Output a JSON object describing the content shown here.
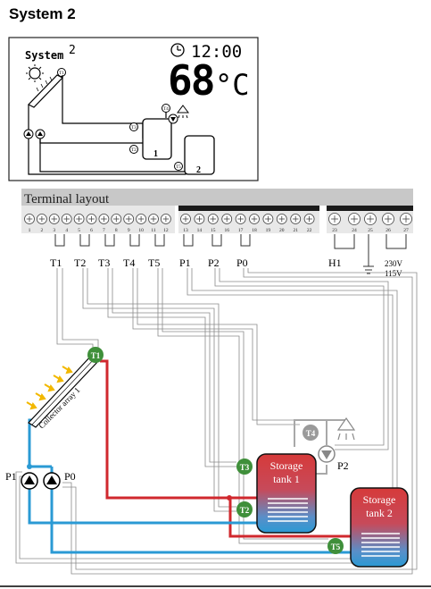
{
  "page": {
    "title": "System 2"
  },
  "lcd": {
    "system_label": "System",
    "system_number": "2",
    "time": "12:00",
    "temperature": "68",
    "unit": "°C",
    "sensors": [
      "T1",
      "T2",
      "T3",
      "T4",
      "T5"
    ],
    "tank_labels": [
      "1",
      "2"
    ]
  },
  "terminal": {
    "header": "Terminal layout",
    "numbers": [
      "1",
      "2",
      "3",
      "4",
      "5",
      "6",
      "7",
      "8",
      "9",
      "10",
      "11",
      "12",
      "13",
      "14",
      "15",
      "16",
      "17",
      "18",
      "19",
      "20",
      "21",
      "22",
      "23",
      "24",
      "25",
      "26",
      "27"
    ],
    "sensor_labels": [
      "T1",
      "T2",
      "T3",
      "T4",
      "T5"
    ],
    "output_labels": [
      "P1",
      "P2",
      "P0"
    ],
    "h_label": "H1",
    "voltage_1": "230V",
    "voltage_2": "115V"
  },
  "diagram": {
    "collector_label": "Collector array 1",
    "sensor_labels": {
      "t1": "T1",
      "t2": "T2",
      "t3": "T3",
      "t4": "T4",
      "t5": "T5"
    },
    "pump_labels": {
      "p1": "P1",
      "p0": "P0",
      "p2": "P2"
    },
    "tank1": [
      "Storage",
      "tank 1"
    ],
    "tank2": [
      "Storage",
      "tank 2"
    ]
  },
  "colors": {
    "hot": "#d0282e",
    "cold": "#2a9ad4",
    "sensor": "#3f8f3a",
    "wire": "#777777"
  }
}
